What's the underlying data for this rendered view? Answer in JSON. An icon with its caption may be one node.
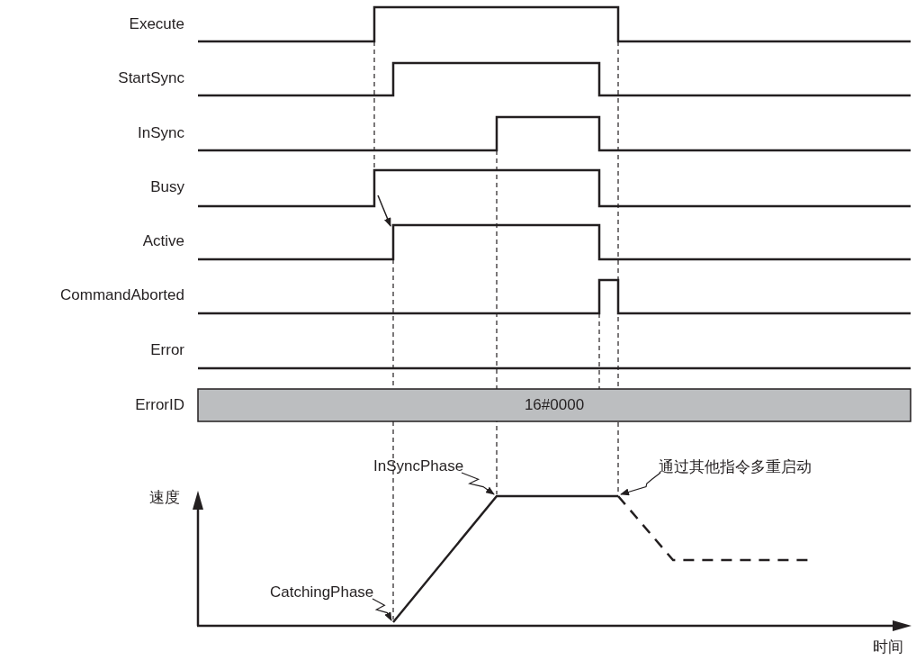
{
  "diagram": {
    "nodes": [
      {
        "text": [
          "InSyncPhase"
        ]
      },
      {
        "text": [
          "CatchingPhase"
        ]
      },
      {
        "text": [
          "通过其他指令多重启动"
        ]
      },
      {
        "text": [],
        "shape": "line"
      }
    ],
    "edges": [
      {
        "from": 0,
        "to": 3,
        "arrow": "to"
      },
      {
        "from": 1,
        "to": 3,
        "arrow": "to"
      },
      {
        "from": 2,
        "to": 3,
        "arrow": "to"
      }
    ],
    "labels": [
      "Execute",
      "StartSync",
      "InSync",
      "Busy",
      "Active",
      "CommandAborted",
      "Error",
      "ErrorID",
      "16#0000",
      "速度",
      "时间"
    ]
  }
}
